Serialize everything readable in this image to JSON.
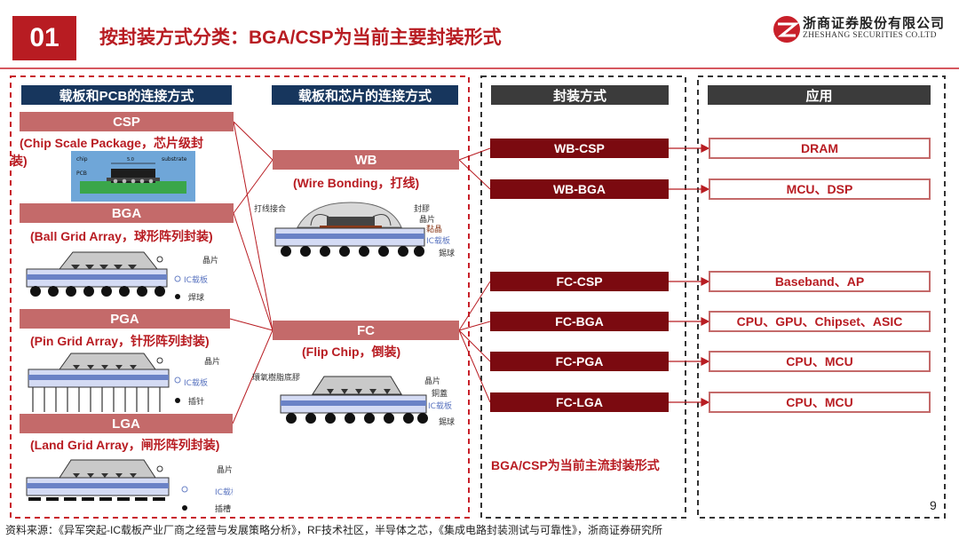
{
  "header": {
    "slide_number": "01",
    "title": "按封装方式分类：BGA/CSP为当前主要封装形式",
    "logo_cn": "浙商证券股份有限公司",
    "logo_en": "ZHESHANG SECURITIES CO.LTD"
  },
  "columns": {
    "board_pcb": "载板和PCB的连接方式",
    "board_chip": "载板和芯片的连接方式",
    "package": "封装方式",
    "application": "应用"
  },
  "pcb_types": [
    {
      "name": "CSP",
      "desc_line1": "(Chip Scale Package，芯片级封",
      "desc_line2": "装)"
    },
    {
      "name": "BGA",
      "desc": "(Ball Grid Array，球形阵列封装)",
      "label1": "晶片",
      "label2": "IC载板",
      "label3": "焊球"
    },
    {
      "name": "PGA",
      "desc": "(Pin Grid Array，针形阵列封装)",
      "label1": "晶片",
      "label2": "IC载板",
      "label3": "插针"
    },
    {
      "name": "LGA",
      "desc": "(Land Grid Array，闸形阵列封装)",
      "label1": "晶片",
      "label2": "IC载板",
      "label3": "插槽"
    }
  ],
  "csp_image": {
    "chip": "chip",
    "pcb": "PCB",
    "substrate": "substrate",
    "dim": "5.0"
  },
  "chip_types": [
    {
      "name": "WB",
      "desc": "(Wire Bonding，打线)",
      "label_bond": "打线接合",
      "label_seal": "封膠",
      "label_die": "晶片",
      "label_attach": "黏晶",
      "label_ic": "IC载板",
      "label_ball": "錫球"
    },
    {
      "name": "FC",
      "desc": "(Flip Chip，倒装)",
      "label_underfill": "環氧樹脂底膠",
      "label_die": "晶片",
      "label_bump": "銅蓋",
      "label_ic": "IC载板",
      "label_ball": "錫球"
    }
  ],
  "packages": [
    "WB-CSP",
    "WB-BGA",
    "FC-CSP",
    "FC-BGA",
    "FC-PGA",
    "FC-LGA"
  ],
  "applications": [
    "DRAM",
    "MCU、DSP",
    "Baseband、AP",
    "CPU、GPU、Chipset、ASIC",
    "CPU、MCU",
    "CPU、MCU"
  ],
  "conclusion": "BGA/CSP为当前主流封装形式",
  "footnote": "资料来源：《异军突起-IC载板产业厂商之经营与发展策略分析》，RF技术社区，半导体之芯，《集成电路封装测试与可靠性》，浙商证券研究所",
  "page_number": "9",
  "colors": {
    "brand_red": "#b81c22",
    "dark_red": "#7b0a10",
    "pink": "#c46a6a",
    "navy": "#17365d",
    "dark_gray": "#3b3b3b"
  }
}
